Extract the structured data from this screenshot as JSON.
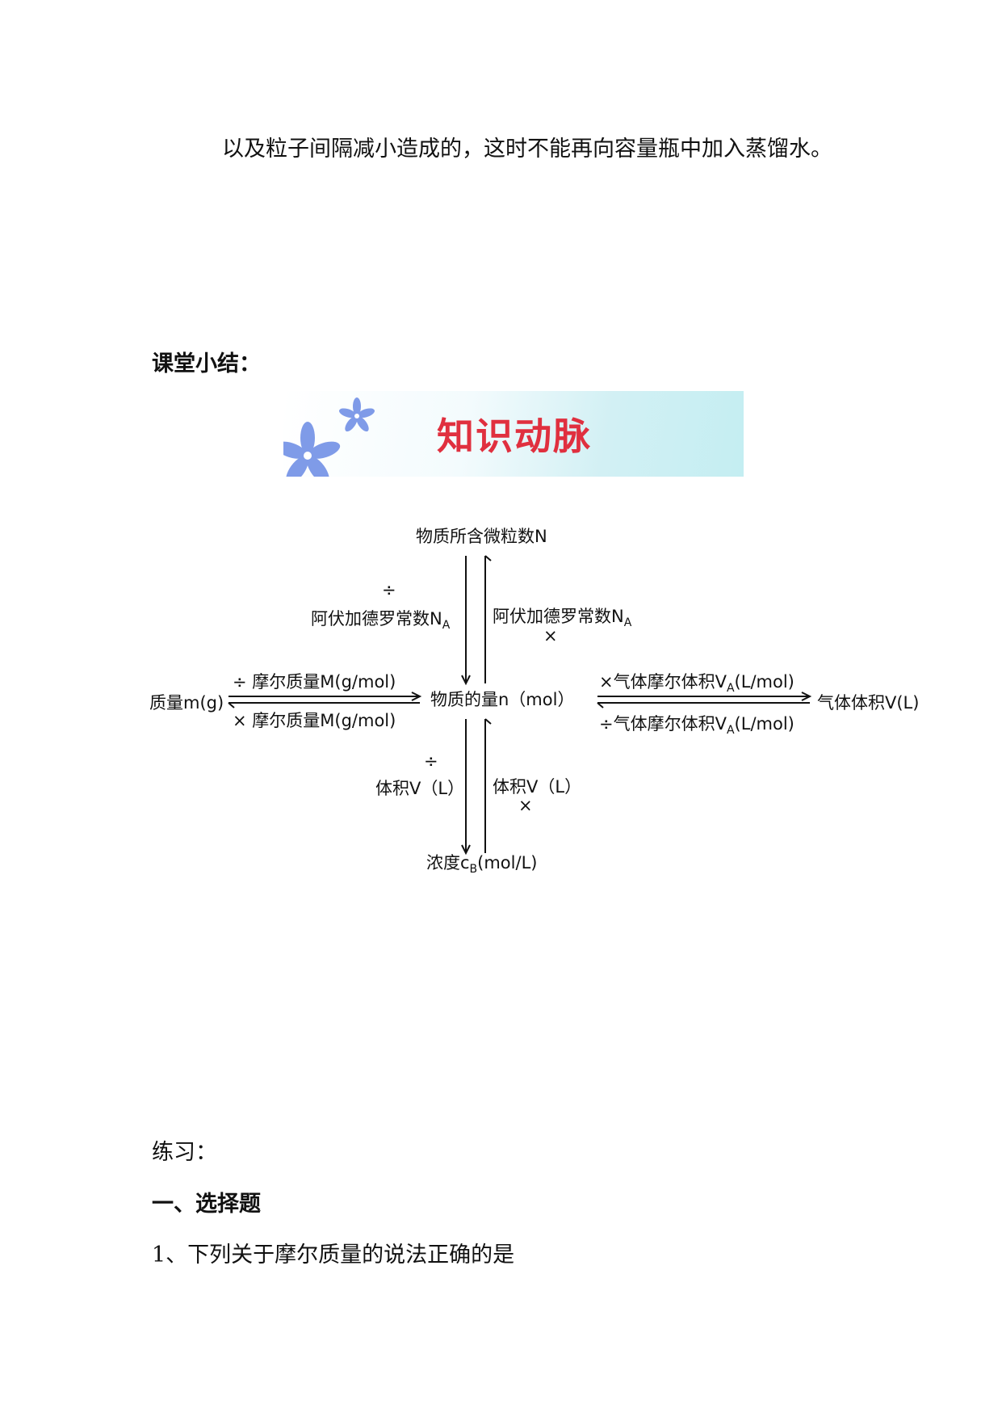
{
  "paragraph_tail": "以及粒子间隔减小造成的，这时不能再向容量瓶中加入蒸馏水。",
  "summary_heading": "课堂小结：",
  "banner": {
    "title": "知识动脉"
  },
  "diagram": {
    "top": {
      "text": "物质所含微粒数N"
    },
    "center": {
      "text": "物质的量n（mol）"
    },
    "left": {
      "text": "质量m(g)"
    },
    "right": {
      "text": "气体体积V(L)"
    },
    "bottom": {
      "text": "浓度c",
      "sub": "B",
      "unit": "(mol/L)"
    },
    "upper_left_op": "÷",
    "upper_left_label": "阿伏加德罗常数N",
    "upper_left_sub": "A",
    "upper_right_label": "阿伏加德罗常数N",
    "upper_right_sub": "A",
    "upper_right_op": "×",
    "mass_top_label": "÷ 摩尔质量M(g/mol)",
    "mass_bottom_label": "× 摩尔质量M(g/mol)",
    "gas_top_label": "×气体摩尔体积V",
    "gas_top_sub": "A",
    "gas_top_unit": "(L/mol)",
    "gas_bottom_label": "÷气体摩尔体积V",
    "gas_bottom_sub": "A",
    "gas_bottom_unit": "(L/mol)",
    "lower_left_op": "÷",
    "lower_left_label": "体积V（L）",
    "lower_right_label": "体积V（L）",
    "lower_right_op": "×"
  },
  "practice_label": "练习：",
  "section_heading": "一、选择题",
  "question_1": "1、下列关于摩尔质量的说法正确的是",
  "colors": {
    "banner_title": "#e0303f",
    "flower": "#7f9be8",
    "banner_bg": "#c4eef2"
  }
}
